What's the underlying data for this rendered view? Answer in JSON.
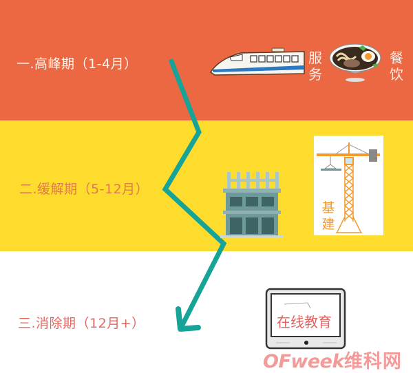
{
  "colors": {
    "band_peak": "#EB6842",
    "band_relief": "#FEDC2E",
    "band_elimination": "#FFFFFF",
    "arrow": "#16A398",
    "crane": "#F29A2E",
    "building": "#6E9A9C",
    "watermark": "#F08A88"
  },
  "stages": [
    {
      "label": "一.高峰期（1-4月）",
      "tags": [
        "服务",
        "餐饮"
      ]
    },
    {
      "label": "二.缓解期（5-12月）",
      "tags": [
        "基建"
      ]
    },
    {
      "label": "三.消除期（12月+）",
      "tags": [
        "在线教育"
      ]
    }
  ],
  "icons": {
    "stage1_left": "bullet-train-icon",
    "stage1_right": "noodle-bowl-icon",
    "stage2_left": "building-under-construction-icon",
    "stage2_right": "tower-crane-icon",
    "stage3": "tv-monitor-icon"
  },
  "labels": {
    "service_1": "服",
    "service_2": "务",
    "catering_1": "餐",
    "catering_2": "饮",
    "infra_1": "基",
    "infra_2": "建",
    "online_edu": "在线教育"
  },
  "watermark": {
    "latin": "OFweek",
    "cn": "维科网"
  }
}
